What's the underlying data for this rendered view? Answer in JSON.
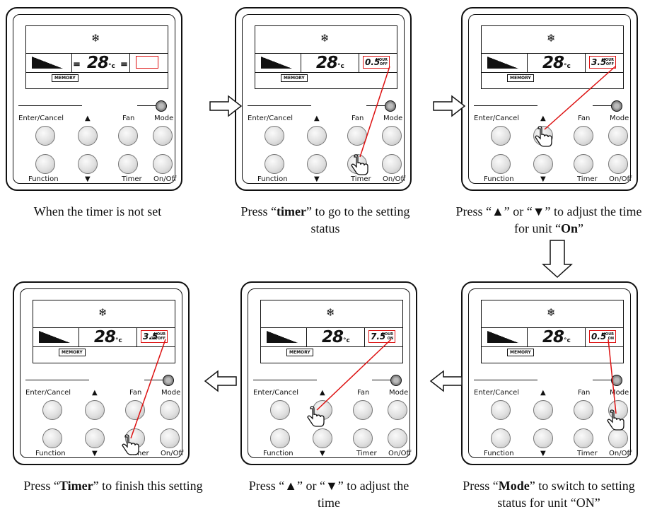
{
  "panel_labels": {
    "enter_cancel": "Enter/Cancel",
    "up": "▲",
    "fan": "Fan",
    "mode": "Mode",
    "function": "Function",
    "down": "▼",
    "timer": "Timer",
    "on_off": "On/Off"
  },
  "display_common": {
    "snowflake": "❄",
    "temperature": "28",
    "unit": "°c",
    "memory": "MEMORY",
    "fan_glyph": "𝍢",
    "hour": "HOUR"
  },
  "panels": [
    {
      "timer_value": "",
      "timer_suffix": "",
      "caption_parts": [
        "When the timer is not set",
        "",
        ""
      ]
    },
    {
      "timer_value": "0.5",
      "timer_suffix": "OFF",
      "caption_parts": [
        "Press “",
        "timer",
        "” to go to the setting status"
      ]
    },
    {
      "timer_value": "3.5",
      "timer_suffix": "OFF",
      "caption_parts": [
        "Press “▲” or “▼” to adjust the time for unit “",
        "On",
        "”"
      ]
    },
    {
      "timer_value": "0.5",
      "timer_suffix": "ON",
      "caption_parts": [
        "Press “",
        "Mode",
        "” to switch to setting status for unit “ON”"
      ]
    },
    {
      "timer_value": "7.5",
      "timer_suffix": "ON",
      "caption_parts": [
        "Press “▲” or “▼” to adjust the time",
        "",
        ""
      ]
    },
    {
      "timer_value": "3.5",
      "timer_suffix": "ON/OFF",
      "caption_parts": [
        "Press “",
        "Timer",
        "” to finish this setting"
      ]
    }
  ],
  "colors": {
    "highlight": "#dd1111",
    "outline": "#111111",
    "button_fill": "#e0e0e0"
  },
  "icons": [
    "snowflake-icon",
    "fan-speed-icon",
    "hand-pointer-icon",
    "arrow-right-icon",
    "arrow-down-icon",
    "arrow-left-icon"
  ]
}
